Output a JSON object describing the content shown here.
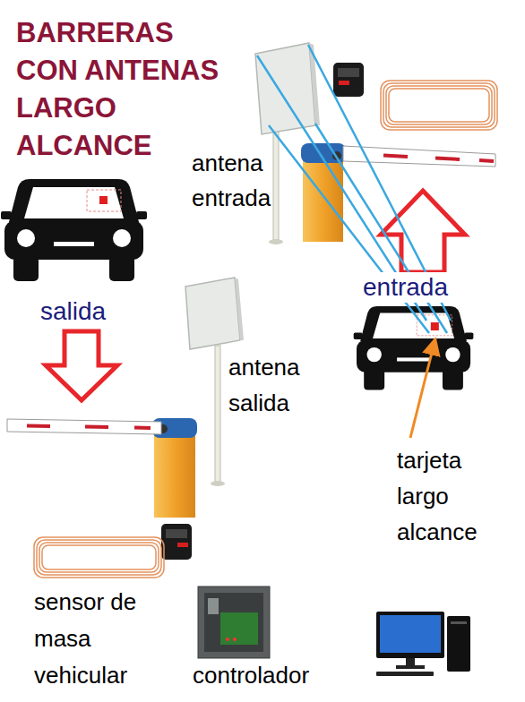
{
  "diagram": {
    "title": "BARRERAS CON ANTENAS LARGO ALCANCE",
    "labels": [
      "antena entrada",
      "entrada",
      "salida",
      "antena salida",
      "tarjeta largo alcance",
      "sensor de masa vehicular",
      "controlador"
    ]
  }
}
